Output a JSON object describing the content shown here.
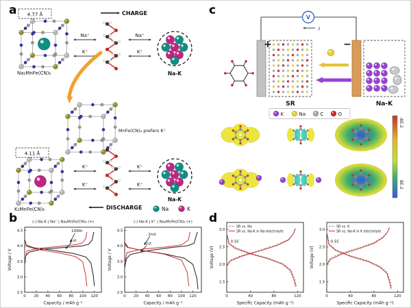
{
  "colors": {
    "na": "#0d8f82",
    "k": "#c02585",
    "blue_node": "#2a35c0",
    "gray_node": "#9a9a9a",
    "olive_node": "#8f8f20",
    "mol_bond": "#c03020",
    "red_atom": "#cc2a2a",
    "orange_arrow": "#f2a02c",
    "purple": "#9b3fd6",
    "yellow": "#e6cf3a",
    "carbon_gray": "#a8a8a8",
    "electrode_gray": "#c2c2c2",
    "electrode_tan": "#d79b5a",
    "circuit_blue": "#3a6bd0",
    "iso_yellow": "#e8e430",
    "iso_cyan": "#3cc8b4"
  },
  "panel_a": {
    "label": "a",
    "lattice_na": "4.77 Å",
    "lattice_k": "4.11 Å",
    "compound_na": "Na₂MnFe(CN)₆",
    "compound_k": "K₂MnFe(CN)₆",
    "prefers": "MnFe(CN)₆ prefers K⁺",
    "charge": "CHARGE",
    "discharge": "DISCHARGE",
    "na_ion": "Na⁺",
    "k_ion": "K⁺",
    "alloy": "Na-K",
    "legend_na": "Na",
    "legend_k": "K"
  },
  "panel_b": {
    "label": "b"
  },
  "panel_c": {
    "label": "c",
    "voltmeter": "V",
    "current": "I",
    "plus": "+",
    "minus": "−",
    "sr": "SR",
    "alloy": "Na-K",
    "legend": [
      {
        "label": "K",
        "color": "#9b3fd6"
      },
      {
        "label": "Na",
        "color": "#e6cf3a"
      },
      {
        "label": "C",
        "color": "#a8a8a8"
      },
      {
        "label": "O",
        "color": "#cc2a2a"
      }
    ],
    "colorbar_top": "-8E-2",
    "colorbar_bottom": "8E-2"
  },
  "panel_d": {
    "label": "d"
  },
  "chart_data": [
    {
      "id": "b1",
      "type": "line",
      "title": "(-) Na-K | Na⁺ | Na₂MnFe(CN)₆ (+)",
      "xlabel": "Capacity / mAh g⁻¹",
      "ylabel": "Voltage / V",
      "xlim": [
        0,
        132
      ],
      "ylim": [
        2.5,
        4.6
      ],
      "xticks": [
        "0",
        "20",
        "40",
        "60",
        "80",
        "100",
        "120"
      ],
      "yticks": [
        "2.5",
        "3.0",
        "3.5",
        "4.0",
        "4.5"
      ],
      "series": [
        {
          "name": "1st cycle charge",
          "color": "#1a1a1a",
          "dash": "",
          "points": [
            [
              0,
              3.42
            ],
            [
              2,
              3.68
            ],
            [
              8,
              3.8
            ],
            [
              30,
              3.89
            ],
            [
              70,
              3.95
            ],
            [
              100,
              4.0
            ],
            [
              110,
              4.05
            ],
            [
              116,
              4.18
            ],
            [
              119,
              4.45
            ]
          ]
        },
        {
          "name": "1st cycle discharge",
          "color": "#1a1a1a",
          "dash": "",
          "points": [
            [
              0,
              4.2
            ],
            [
              3,
              4.02
            ],
            [
              15,
              3.94
            ],
            [
              50,
              3.85
            ],
            [
              85,
              3.75
            ],
            [
              105,
              3.64
            ],
            [
              114,
              3.45
            ],
            [
              118,
              3.05
            ],
            [
              120,
              2.7
            ]
          ]
        },
        {
          "name": "100th cycle charge",
          "color": "#cc3333",
          "dash": "",
          "points": [
            [
              0,
              3.5
            ],
            [
              4,
              3.84
            ],
            [
              25,
              3.92
            ],
            [
              60,
              3.98
            ],
            [
              90,
              4.04
            ],
            [
              100,
              4.1
            ],
            [
              105,
              4.24
            ],
            [
              107,
              4.45
            ]
          ]
        },
        {
          "name": "100th cycle discharge",
          "color": "#cc3333",
          "dash": "",
          "points": [
            [
              0,
              4.14
            ],
            [
              5,
              3.97
            ],
            [
              25,
              3.87
            ],
            [
              60,
              3.77
            ],
            [
              88,
              3.65
            ],
            [
              100,
              3.48
            ],
            [
              105,
              3.05
            ],
            [
              107,
              2.7
            ]
          ]
        }
      ],
      "annotations": [
        {
          "text": "100th",
          "tx": 90,
          "ty": 4.44,
          "ax": 78,
          "ay": 4.1
        },
        {
          "text": "1st",
          "tx": 84,
          "ty": 4.14,
          "ax": 70,
          "ay": 3.9
        }
      ]
    },
    {
      "id": "b2",
      "type": "line",
      "title": "(-) Na-K | K⁺ | Na₂MnFe(CN)₆ (+)",
      "xlabel": "Capacity / mAh g⁻¹",
      "ylabel": "Voltage / V",
      "xlim": [
        0,
        135
      ],
      "ylim": [
        2.5,
        4.6
      ],
      "xticks": [
        "0",
        "20",
        "40",
        "60",
        "80",
        "100",
        "120"
      ],
      "yticks": [
        "2.5",
        "3.0",
        "3.5",
        "4.0",
        "4.5"
      ],
      "series": [
        {
          "name": "1st cycle charge",
          "color": "#1a1a1a",
          "dash": "",
          "points": [
            [
              0,
              3.3
            ],
            [
              3,
              3.58
            ],
            [
              10,
              3.72
            ],
            [
              40,
              3.84
            ],
            [
              80,
              3.94
            ],
            [
              110,
              4.0
            ],
            [
              122,
              4.08
            ],
            [
              128,
              4.45
            ]
          ]
        },
        {
          "name": "1st cycle discharge",
          "color": "#1a1a1a",
          "dash": "",
          "points": [
            [
              0,
              4.1
            ],
            [
              5,
              3.95
            ],
            [
              30,
              3.85
            ],
            [
              70,
              3.74
            ],
            [
              105,
              3.6
            ],
            [
              120,
              3.4
            ],
            [
              127,
              2.95
            ],
            [
              129,
              2.6
            ]
          ]
        },
        {
          "name": "2nd cycle charge",
          "color": "#cc3333",
          "dash": "",
          "points": [
            [
              0,
              3.45
            ],
            [
              4,
              3.78
            ],
            [
              30,
              3.89
            ],
            [
              70,
              3.96
            ],
            [
              100,
              4.03
            ],
            [
              112,
              4.18
            ],
            [
              115,
              4.45
            ]
          ]
        },
        {
          "name": "2nd cycle discharge",
          "color": "#cc3333",
          "dash": "",
          "points": [
            [
              0,
              4.12
            ],
            [
              6,
              3.95
            ],
            [
              30,
              3.85
            ],
            [
              70,
              3.73
            ],
            [
              100,
              3.54
            ],
            [
              110,
              3.15
            ],
            [
              113,
              2.7
            ]
          ]
        }
      ],
      "annotations": [
        {
          "text": "2nd",
          "tx": 48,
          "ty": 4.34,
          "ax": 34,
          "ay": 4.02
        },
        {
          "text": "1st",
          "tx": 42,
          "ty": 4.04,
          "ax": 28,
          "ay": 3.8
        }
      ]
    },
    {
      "id": "d1",
      "type": "line",
      "title": "",
      "xlabel": "Specific Capacity (mAh g⁻¹)",
      "ylabel": "Voltage (V)",
      "xlim": [
        0,
        130
      ],
      "ylim": [
        1.2,
        3.2
      ],
      "xticks": [
        "0",
        "40",
        "80",
        "120"
      ],
      "yticks": [
        "1.5",
        "2.0",
        "2.5",
        "3.0"
      ],
      "legend": [
        {
          "text": "SR vs. Na",
          "color": "#8a8a8a",
          "dash": "2.5,1.8"
        },
        {
          "text": "SR vs. Na-K in Na electrolyte",
          "color": "#cc3333",
          "dash": ""
        }
      ],
      "series": [
        {
          "name": "SR vs. Na discharge",
          "color": "#8a8a8a",
          "dash": "2.5,1.8",
          "points": [
            [
              0,
              2.9
            ],
            [
              4,
              2.62
            ],
            [
              15,
              2.48
            ],
            [
              40,
              2.32
            ],
            [
              70,
              2.18
            ],
            [
              95,
              2.02
            ],
            [
              108,
              1.85
            ],
            [
              115,
              1.6
            ],
            [
              118,
              1.38
            ]
          ]
        },
        {
          "name": "SR vs. Na charge",
          "color": "#8a8a8a",
          "dash": "2.5,1.8",
          "points": [
            [
              0,
              1.98
            ],
            [
              6,
              2.12
            ],
            [
              25,
              2.25
            ],
            [
              55,
              2.4
            ],
            [
              85,
              2.56
            ],
            [
              105,
              2.72
            ],
            [
              114,
              2.9
            ],
            [
              117,
              3.05
            ]
          ]
        },
        {
          "name": "SR vs. Na-K discharge",
          "color": "#cc3333",
          "dash": "",
          "points": [
            [
              0,
              2.86
            ],
            [
              4,
              2.58
            ],
            [
              15,
              2.45
            ],
            [
              40,
              2.3
            ],
            [
              70,
              2.16
            ],
            [
              95,
              2.0
            ],
            [
              108,
              1.82
            ],
            [
              114,
              1.55
            ],
            [
              117,
              1.36
            ]
          ]
        },
        {
          "name": "SR vs. Na-K charge",
          "color": "#cc3333",
          "dash": "",
          "points": [
            [
              0,
              1.95
            ],
            [
              6,
              2.1
            ],
            [
              25,
              2.23
            ],
            [
              55,
              2.38
            ],
            [
              85,
              2.54
            ],
            [
              105,
              2.7
            ],
            [
              113,
              2.88
            ],
            [
              116,
              3.02
            ]
          ]
        }
      ],
      "annotations": [
        {
          "text": "0.5C",
          "tx": 14,
          "ty": 2.62
        }
      ]
    },
    {
      "id": "d2",
      "type": "line",
      "title": "",
      "xlabel": "Specific Capacity (mAh g⁻¹)",
      "ylabel": "Voltage (V)",
      "xlim": [
        0,
        130
      ],
      "ylim": [
        1.2,
        3.2
      ],
      "xticks": [
        "0",
        "40",
        "80",
        "120"
      ],
      "yticks": [
        "1.5",
        "2.0",
        "2.5",
        "3.0"
      ],
      "legend": [
        {
          "text": "SR vs. K",
          "color": "#8a8a8a",
          "dash": "2.5,1.8"
        },
        {
          "text": "SR vs. Na-K in K electrolyte",
          "color": "#cc3333",
          "dash": ""
        }
      ],
      "series": [
        {
          "name": "SR vs. K discharge",
          "color": "#8a8a8a",
          "dash": "2.5,1.8",
          "points": [
            [
              0,
              2.95
            ],
            [
              4,
              2.6
            ],
            [
              15,
              2.42
            ],
            [
              40,
              2.25
            ],
            [
              70,
              2.1
            ],
            [
              90,
              1.95
            ],
            [
              102,
              1.78
            ],
            [
              108,
              1.5
            ],
            [
              110,
              1.32
            ]
          ]
        },
        {
          "name": "SR vs. K charge",
          "color": "#8a8a8a",
          "dash": "2.5,1.8",
          "points": [
            [
              0,
              2.0
            ],
            [
              6,
              2.18
            ],
            [
              25,
              2.32
            ],
            [
              55,
              2.48
            ],
            [
              80,
              2.62
            ],
            [
              95,
              2.78
            ],
            [
              104,
              2.95
            ],
            [
              107,
              3.08
            ]
          ]
        },
        {
          "name": "SR vs. Na-K discharge",
          "color": "#cc3333",
          "dash": "",
          "points": [
            [
              0,
              2.9
            ],
            [
              4,
              2.56
            ],
            [
              15,
              2.4
            ],
            [
              40,
              2.23
            ],
            [
              70,
              2.08
            ],
            [
              90,
              1.92
            ],
            [
              102,
              1.74
            ],
            [
              107,
              1.45
            ],
            [
              109,
              1.3
            ]
          ]
        },
        {
          "name": "SR vs. Na-K charge",
          "color": "#cc3333",
          "dash": "",
          "points": [
            [
              0,
              1.97
            ],
            [
              6,
              2.14
            ],
            [
              25,
              2.29
            ],
            [
              55,
              2.45
            ],
            [
              80,
              2.6
            ],
            [
              95,
              2.76
            ],
            [
              103,
              2.92
            ],
            [
              106,
              3.05
            ]
          ]
        }
      ],
      "annotations": [
        {
          "text": "0.5C",
          "tx": 14,
          "ty": 2.62
        }
      ]
    }
  ]
}
